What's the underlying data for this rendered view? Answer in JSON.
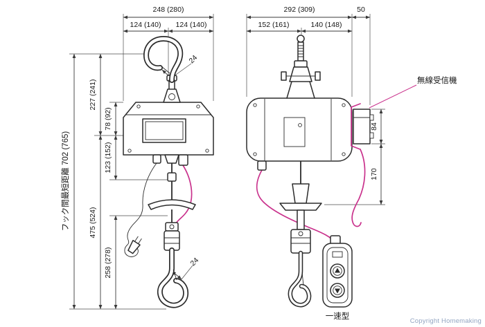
{
  "page": {
    "background": "#ffffff",
    "copyright": "Copyright Homemaking"
  },
  "colors": {
    "line": "#2b2b2b",
    "dimension": "#3a3a3a",
    "accent": "#c9318c",
    "copyright_text": "#93a5c2"
  },
  "front_view": {
    "width_total": "248 (280)",
    "width_left": "124 (140)",
    "width_right": "124 (140)",
    "hook_min_distance": "フック間最短距離 702 (765)",
    "h_227": "227 (241)",
    "h_78": "78 (92)",
    "h_123": "123 (152)",
    "h_475": "475 (524)",
    "h_258": "258 (278)",
    "top_hook_opening": "24",
    "bottom_hook_opening": "24"
  },
  "side_view": {
    "width_total": "292 (309)",
    "width_left": "152 (161)",
    "width_right": "140 (148)",
    "receiver_depth": "50",
    "receiver_height": "84",
    "receiver_drop": "170",
    "receiver_label": "無線受信機",
    "pendant_type": "一速型"
  }
}
